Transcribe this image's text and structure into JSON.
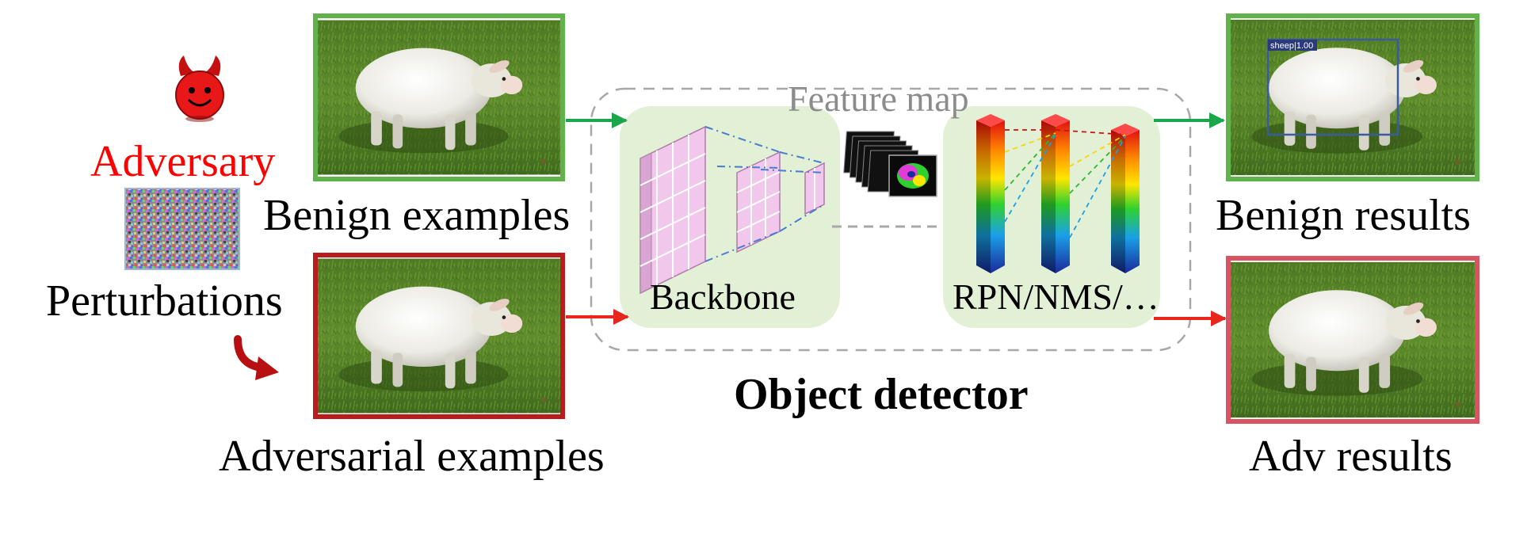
{
  "labels": {
    "adversary": "Adversary",
    "perturbations": "Perturbations",
    "benign_examples": "Benign examples",
    "adversarial_examples": "Adversarial examples",
    "feature_map": "Feature map",
    "backbone": "Backbone",
    "rpn": "RPN/NMS/…",
    "object_detector": "Object detector",
    "benign_results": "Benign results",
    "adv_results": "Adv results",
    "detection_tag": "sheep|1.00"
  },
  "colors": {
    "benign": "#5fb34a",
    "adversarial": "#b81c1c",
    "adv_result_frame": "#d95462",
    "arrow_green": "#1aa64a",
    "arrow_red": "#e8261c",
    "module_bg": "#e2f0d6",
    "adversary_text": "#ff0000",
    "detection_box": "#3a5ba0"
  },
  "icons": [
    "devil-icon",
    "curved-arrow-icon"
  ]
}
